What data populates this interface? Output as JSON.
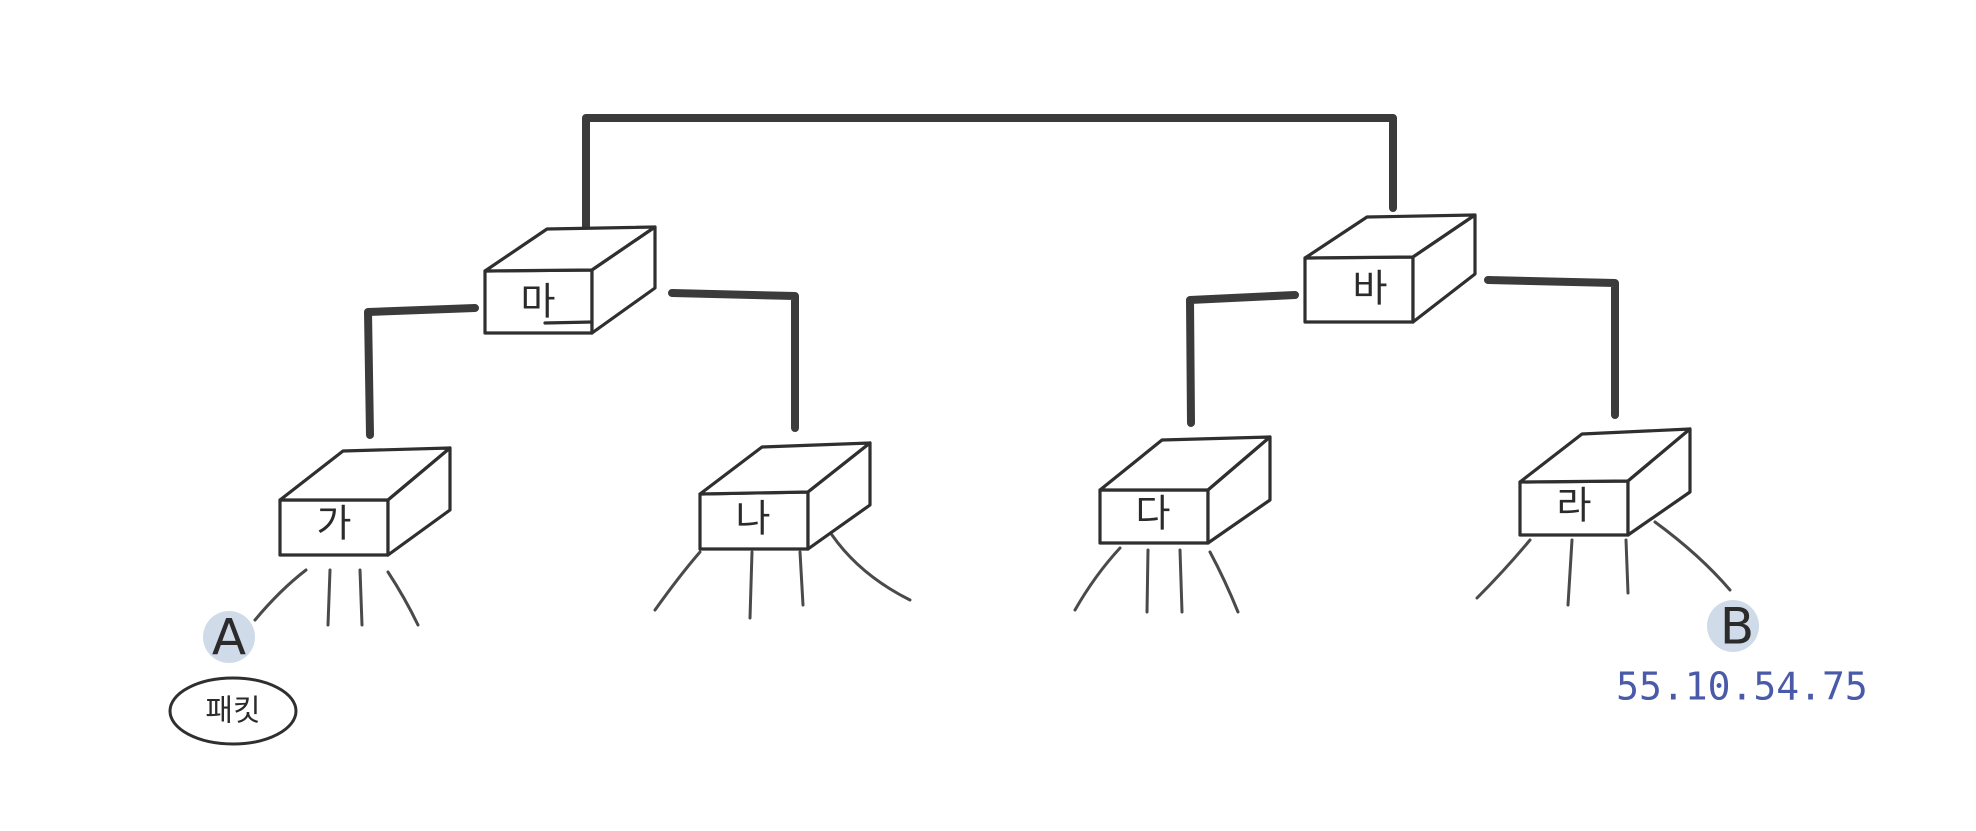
{
  "diagram": {
    "switches": {
      "ga": "가",
      "na": "나",
      "da": "다",
      "ra": "라",
      "ma": "마",
      "ba": "바"
    },
    "host_a": {
      "label": "A",
      "packet": "패킷"
    },
    "host_b": {
      "label": "B",
      "ip": "55.10.54.75"
    },
    "colors": {
      "line": "#3b3b3b",
      "host_highlight": "#cfdbe8",
      "ip_text": "#4a5aa8"
    }
  }
}
